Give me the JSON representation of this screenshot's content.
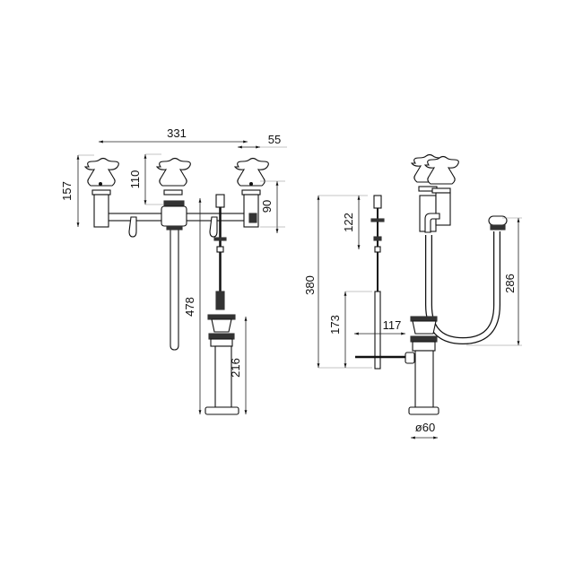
{
  "dimensions": {
    "overall_width": "331",
    "tap_offset": "55",
    "tap_height": "157",
    "spout_height": "110",
    "tap_body_height": "90",
    "total_height": "478",
    "waste_height": "216",
    "side_total_height": "380",
    "popup_rod_length": "122",
    "pull_rod_height": "173",
    "pull_rod_reach": "117",
    "hose_drop": "286",
    "waste_diameter": "ø60"
  }
}
